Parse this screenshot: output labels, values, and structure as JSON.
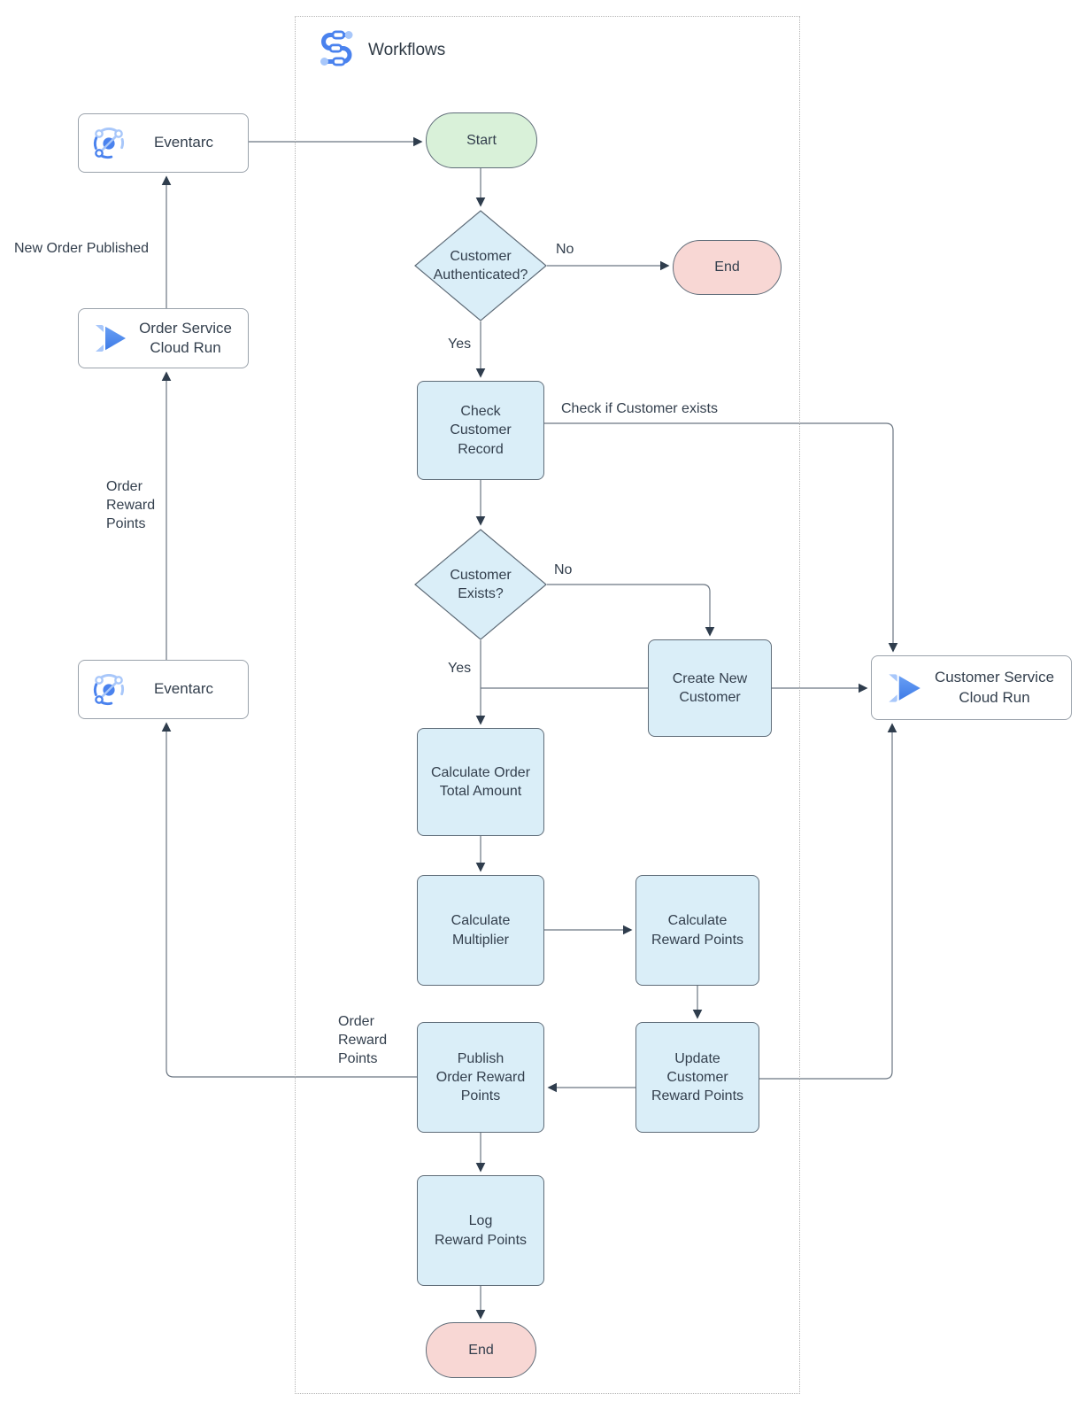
{
  "container": {
    "label": "Workflows"
  },
  "colors": {
    "process_fill": "#daeef8",
    "start_fill": "#d9f1d9",
    "end_fill": "#f8d7d4",
    "shape_stroke": "#5f6c78",
    "connector": "#6b7682",
    "arrowhead": "#2f3d4d",
    "icon_blue": "#4a82ee",
    "icon_light_blue": "#a8c7fa"
  },
  "nodes": {
    "eventarc_top": {
      "label": "Eventarc"
    },
    "order_service": {
      "label": "Order Service\nCloud Run"
    },
    "eventarc_bottom": {
      "label": "Eventarc"
    },
    "customer_service": {
      "label": "Customer Service\nCloud Run"
    },
    "start": {
      "label": "Start"
    },
    "auth_decision": {
      "label": "Customer\nAuthenticated?"
    },
    "end_top": {
      "label": "End"
    },
    "check_customer_record": {
      "label": "Check\nCustomer\nRecord"
    },
    "exists_decision": {
      "label": "Customer\nExists?"
    },
    "create_new_customer": {
      "label": "Create New\nCustomer"
    },
    "calc_order_total": {
      "label": "Calculate Order\nTotal Amount"
    },
    "calc_multiplier": {
      "label": "Calculate\nMultiplier"
    },
    "calc_reward_points": {
      "label": "Calculate\nReward Points"
    },
    "publish_order_reward_points": {
      "label": "Publish\nOrder Reward\nPoints"
    },
    "update_customer_reward_points": {
      "label": "Update\nCustomer\nReward Points"
    },
    "log_reward_points": {
      "label": "Log\nReward Points"
    },
    "end_bottom": {
      "label": "End"
    }
  },
  "edge_labels": {
    "no_auth": "No",
    "yes_auth": "Yes",
    "check_if_customer_exists": "Check if Customer exists",
    "no_exists": "No",
    "yes_exists": "Yes",
    "order_reward_points_inner": "Order\nReward\nPoints",
    "order_reward_points_left": "Order\nReward\nPoints",
    "new_order_published": "New Order Published"
  }
}
